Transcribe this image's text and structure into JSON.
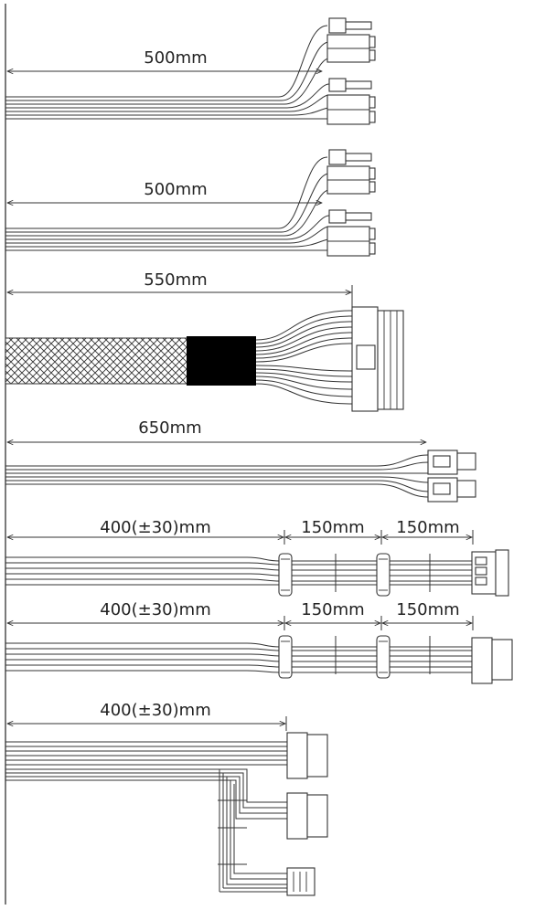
{
  "cables": [
    {
      "id": "pcie-1",
      "length_label": "500mm"
    },
    {
      "id": "pcie-2",
      "length_label": "500mm"
    },
    {
      "id": "atx-24pin",
      "length_label": "550mm"
    },
    {
      "id": "eps-cpu",
      "length_label": "650mm"
    },
    {
      "id": "sata-chain",
      "length_label": "400(±30)mm",
      "segment_labels": [
        "150mm",
        "150mm"
      ]
    },
    {
      "id": "molex-chain",
      "length_label": "400(±30)mm",
      "segment_labels": [
        "150mm",
        "150mm"
      ]
    },
    {
      "id": "molex-fdd-branch",
      "length_label": "400(±30)mm"
    }
  ]
}
